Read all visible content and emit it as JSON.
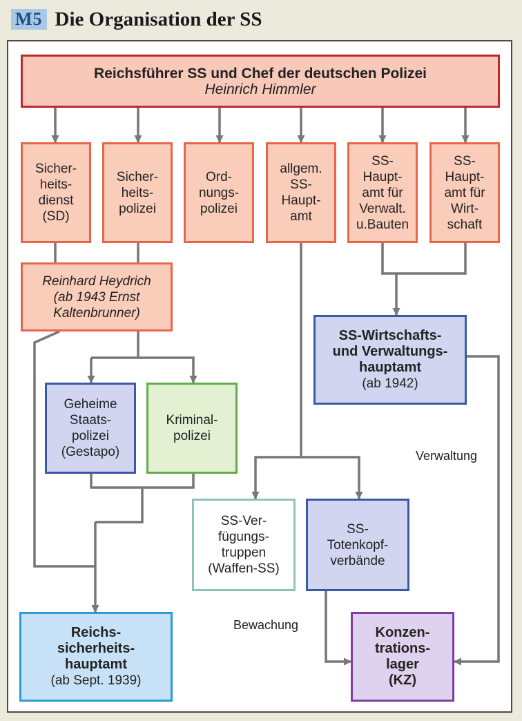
{
  "header": {
    "badge": "M5",
    "title": "Die Organisation der SS"
  },
  "colors": {
    "line": "#777777",
    "salmon_border": "#e9654a",
    "top_border": "#c0282b",
    "blue_border": "#3a5aa6"
  },
  "nodes": {
    "top": {
      "title": "Reichsführer SS und Chef der deutschen Polizei",
      "name": "Heinrich Himmler"
    },
    "sd": "Sicher-\nheits-\ndienst\n(SD)",
    "sipo": "Sicher-\nheits-\npolizei",
    "orpo": "Ord-\nnungs-\npolizei",
    "allgemein": "allgem.\nSS-\nHaupt-\namt",
    "verwaltung_bauten": "SS-\nHaupt-\namt für\nVerwalt.\nu.Bauten",
    "wirtschaft": "SS-\nHaupt-\namt für\nWirt-\nschaft",
    "heydrich": "Reinhard Heydrich\n(ab 1943 Ernst\nKaltenbrunner)",
    "wvha": {
      "title": "SS-Wirtschafts-\nund Verwaltungs-\nhauptamt",
      "sub": "(ab 1942)"
    },
    "gestapo": "Geheime\nStaats-\npolizei\n(Gestapo)",
    "kripo": "Kriminal-\npolizei",
    "vt": "SS-Ver-\nfügungs-\ntruppen\n(Waffen-SS)",
    "tk": "SS-\nTotenkopf-\nverbände",
    "rsha": {
      "title": "Reichs-\nsicherheits-\nhauptamt",
      "sub": "(ab Sept. 1939)"
    },
    "kz": "Konzen-\ntrations-\nlager\n(KZ)"
  },
  "labels": {
    "verwaltung": "Verwaltung",
    "bewachung": "Bewachung"
  }
}
